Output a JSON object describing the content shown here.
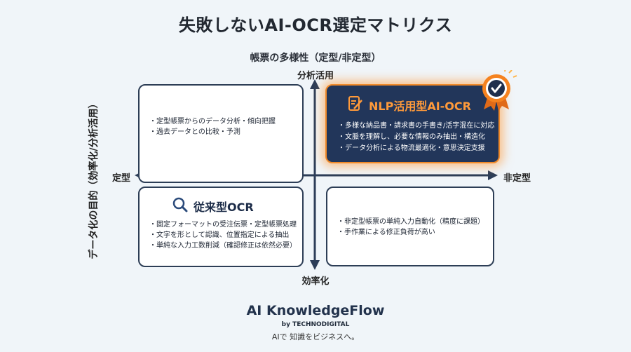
{
  "title": "失敗しないAI-OCR選定マトリクス",
  "axes": {
    "horizontal_caption": "帳票の多様性（定型/非定型）",
    "vertical_caption": "データ化の目的（効率化/分析活用）",
    "top": "分析活用",
    "bottom": "効率化",
    "left": "定型",
    "right": "非定型"
  },
  "quadrants": {
    "top_left": {
      "items": [
        "定型帳票からのデータ分析・傾向把握",
        "過去データとの比較・予測"
      ]
    },
    "top_right": {
      "title": "NLP活用型AI-OCR",
      "icon": "document-edit-icon",
      "badge_icon": "award-check-icon",
      "items": [
        "多様な納品書・請求書の手書き/活字混在に対応",
        "文脈を理解し、必要な情報のみ抽出・構造化",
        "データ分析による物流最適化・意思決定支援"
      ]
    },
    "bottom_left": {
      "title": "従来型OCR",
      "icon": "search-icon",
      "items": [
        "固定フォーマットの受注伝票・定型帳票処理",
        "文字を形として認識、位置指定による抽出",
        "単純な入力工数削減（確認修正は依然必要）"
      ]
    },
    "bottom_right": {
      "items": [
        "非定型帳票の単純入力自動化（精度に課題）",
        "手作業による修正負荷が高い"
      ]
    }
  },
  "footer": {
    "brand": "AI KnowledgeFlow",
    "byline": "by TECHNODIGITAL",
    "tagline": "AIで 知識をビジネスへ。"
  },
  "colors": {
    "navy": "#22365a",
    "accent_orange": "#f08a2a",
    "background": "#f0f5f9"
  }
}
